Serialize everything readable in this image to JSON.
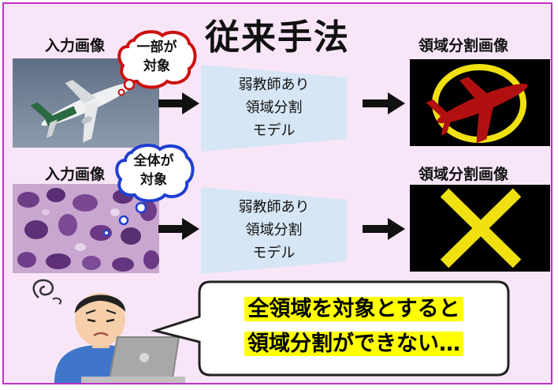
{
  "title": "従来手法",
  "row1": {
    "input_label": "入力画像",
    "bubble": [
      "一部が",
      "対象"
    ],
    "model": [
      "弱教師あり",
      "領域分割",
      "モデル"
    ],
    "output_label": "領域分割画像"
  },
  "row2": {
    "input_label": "入力画像",
    "bubble": [
      "全体が",
      "対象"
    ],
    "model": [
      "弱教師あり",
      "領域分割",
      "モデル"
    ],
    "output_label": "領域分割画像"
  },
  "speech": [
    "全領域を対象とすると",
    "領域分割ができない…"
  ],
  "colors": {
    "frame_border": "#c032c8",
    "background": "#f8e6f8",
    "model_box": "#d6e6f4",
    "highlight": "#ffff00",
    "output_mark": "#f0e010",
    "plane_mask": "#b01010",
    "bubble_border": "#cc1010",
    "bubble2_border": "#1f3fd0"
  },
  "icons": {
    "arrow": "right-arrow-icon",
    "cross": "cross-mark-icon",
    "ring": "circle-mark-icon"
  }
}
